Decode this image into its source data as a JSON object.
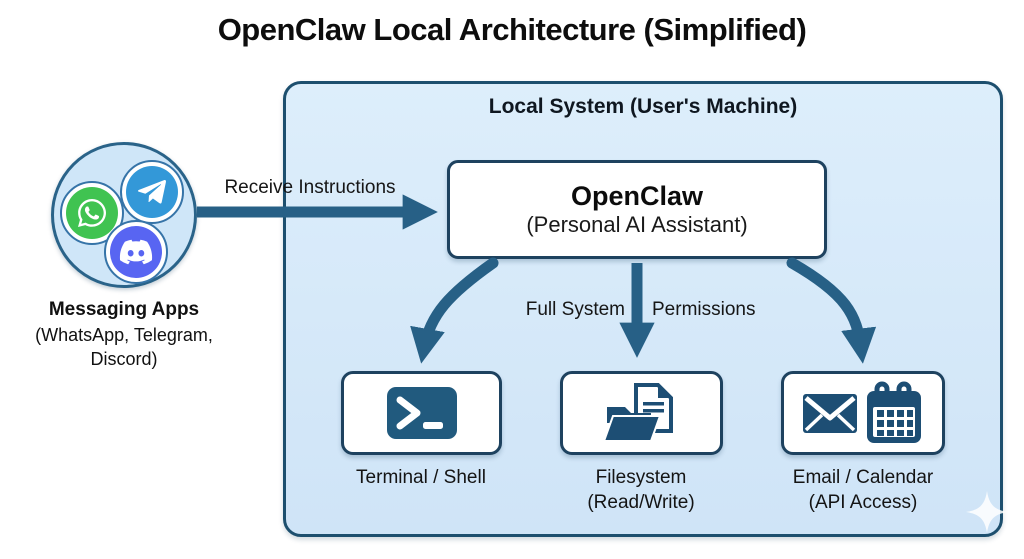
{
  "title": "OpenClaw Local Architecture (Simplified)",
  "local_system": {
    "label": "Local System (User's Machine)"
  },
  "messaging": {
    "title": "Messaging Apps",
    "subtitle_line1": "(WhatsApp, Telegram,",
    "subtitle_line2": "Discord)",
    "icons": [
      "whatsapp-icon",
      "telegram-icon",
      "discord-icon"
    ]
  },
  "flow": {
    "receive_label": "Receive Instructions",
    "permission_left": "Full System",
    "permission_right": "Permissions"
  },
  "openclaw": {
    "title": "OpenClaw",
    "subtitle": "(Personal AI Assistant)"
  },
  "targets": [
    {
      "icon": "terminal-icon",
      "label_line1": "Terminal / Shell",
      "label_line2": ""
    },
    {
      "icon": "filesystem-icon",
      "label_line1": "Filesystem",
      "label_line2": "(Read/Write)"
    },
    {
      "icon": "email-calendar-icon",
      "label_line1": "Email / Calendar",
      "label_line2": "(API Access)"
    }
  ],
  "decor": {
    "sparkle": "sparkle-icon"
  },
  "colors": {
    "canvas_bg": "#ffffff",
    "system_box_fill": "#d7e9fa",
    "system_box_border": "#1d4f6e",
    "node_border": "#1e425f",
    "arrow": "#276086",
    "icon_blue": "#1d4e74",
    "whatsapp_green": "#40c351",
    "telegram_blue": "#3398d8",
    "discord_blurple": "#5865f2",
    "text": "#111111"
  }
}
